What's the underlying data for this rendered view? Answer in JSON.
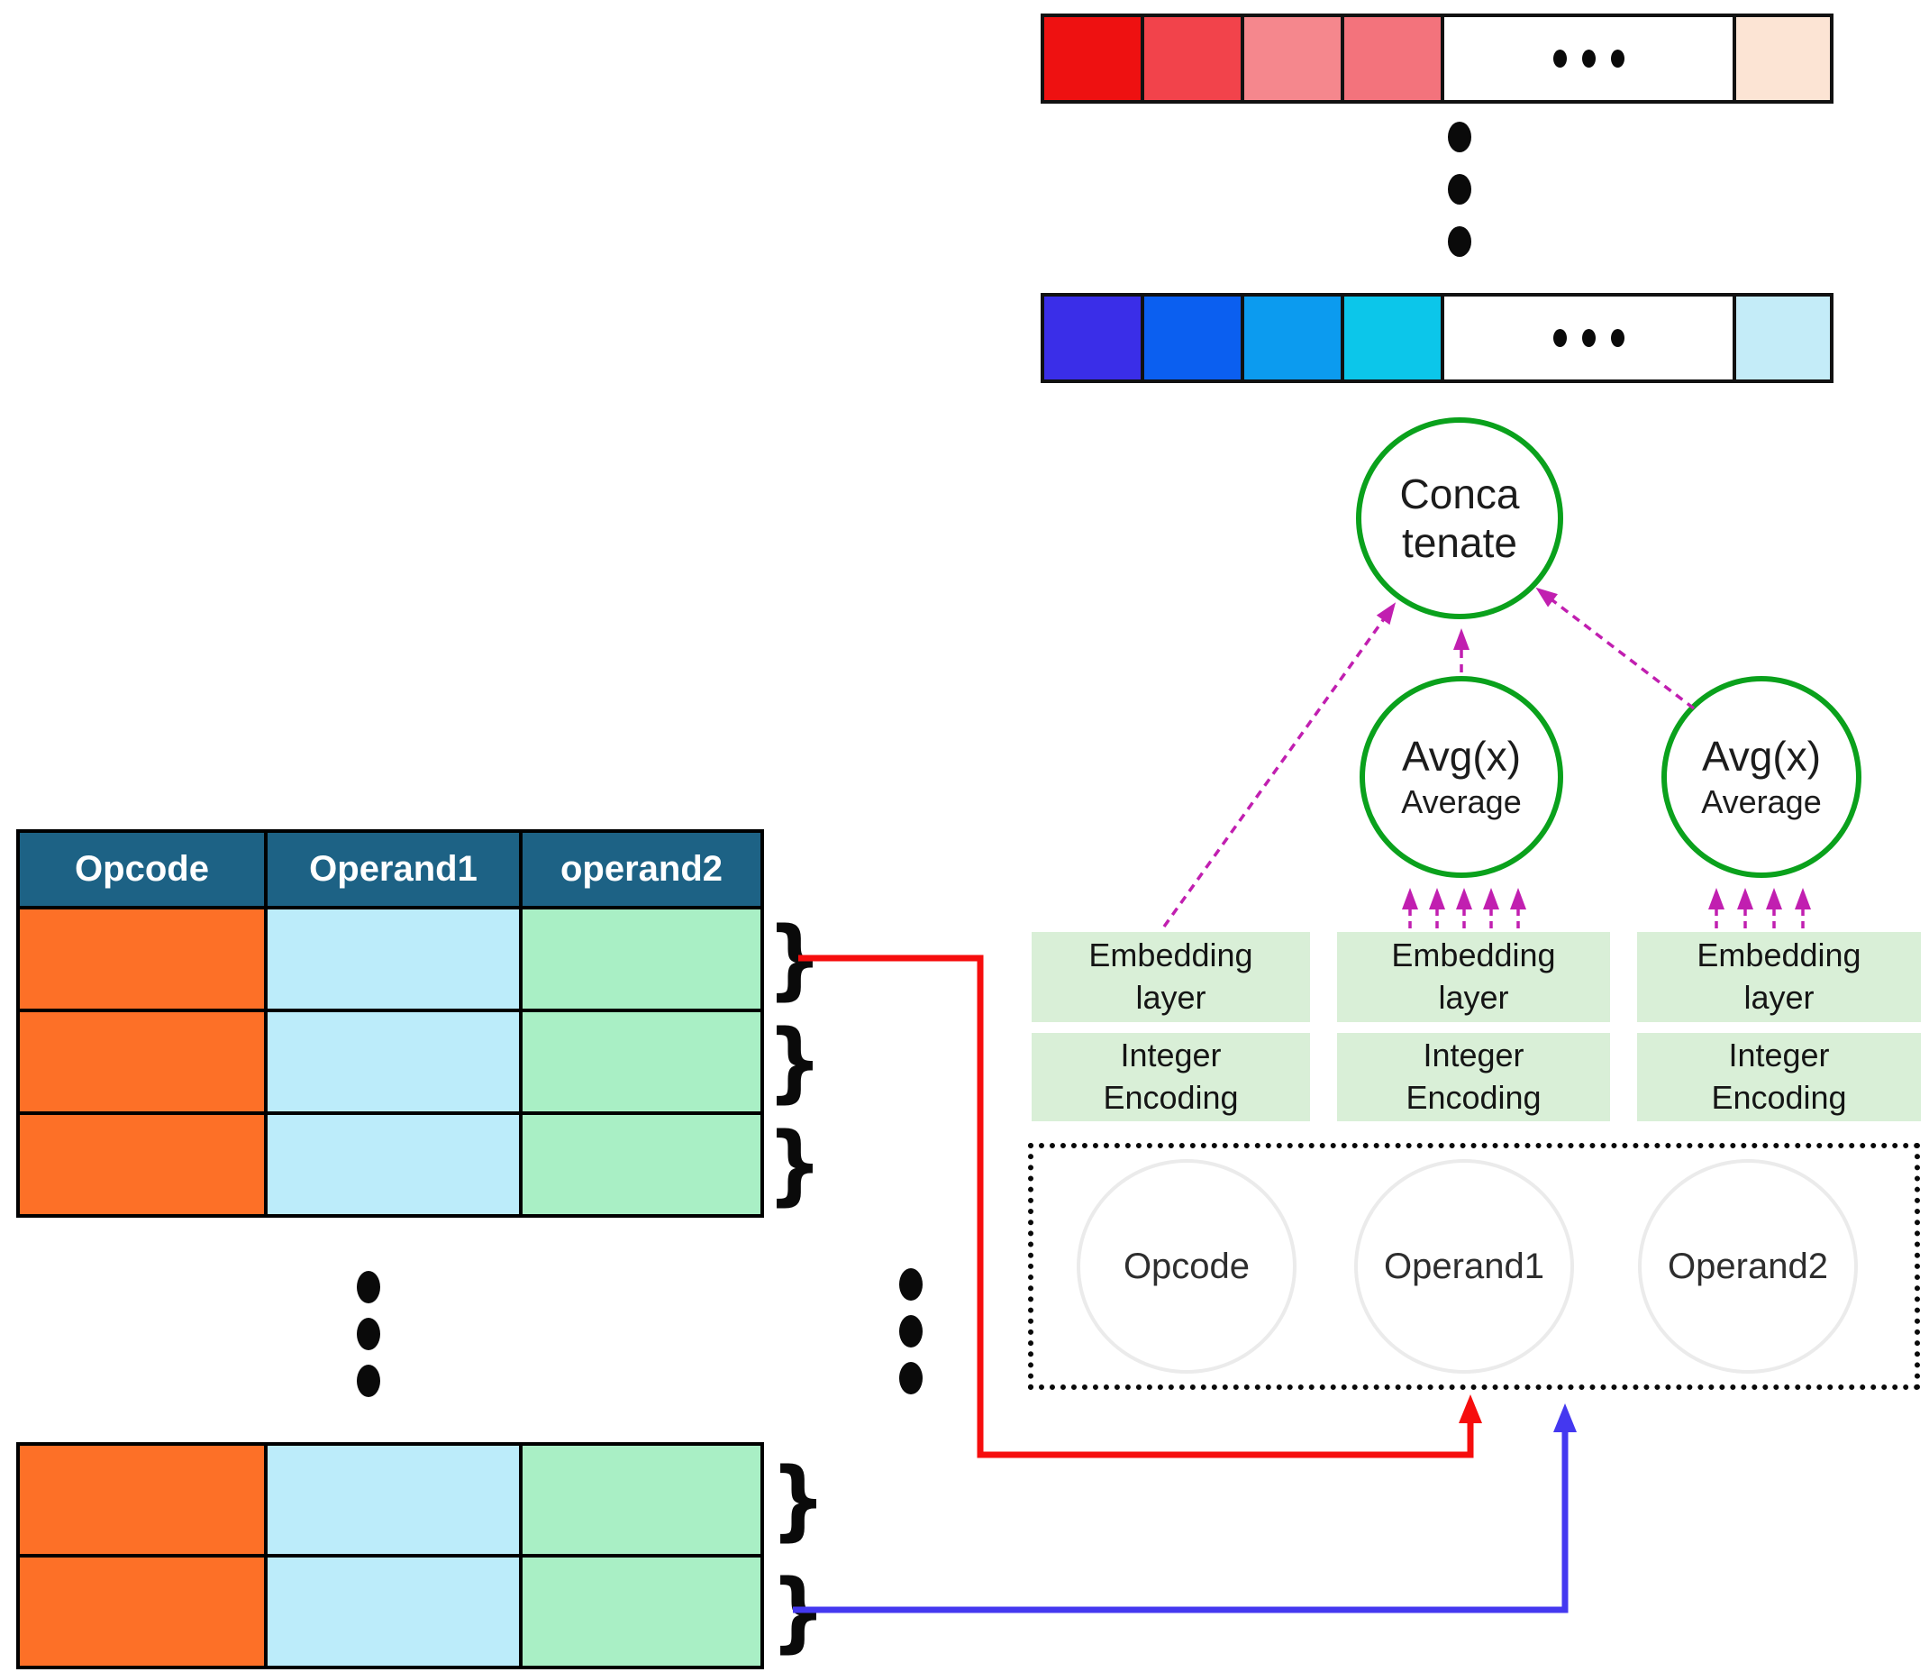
{
  "table": {
    "headers": [
      "Opcode",
      "Operand1",
      "operand2"
    ]
  },
  "flow": {
    "concatenate": {
      "line1": "Conca",
      "line2": "tenate"
    },
    "average_node": {
      "formula": "Avg(x)",
      "label": "Average"
    },
    "embedding": {
      "line1": "Embedding",
      "line2": "layer"
    },
    "encoding": {
      "line1": "Integer",
      "line2": "Encoding"
    },
    "inputs": [
      "Opcode",
      "Operand1",
      "Operand2"
    ]
  },
  "glyphs": {
    "brace": "}"
  },
  "colors": {
    "header_bg": "#1d6285",
    "opcode_cell": "#fd7027",
    "operand1_cell": "#bcecfa",
    "operand2_cell": "#a9efc5",
    "process_box_bg": "#d9efd7",
    "node_stroke_green": "#0aa11c",
    "input_node_stroke": "#ebebeb",
    "magenta_arrow": "#c11fb0",
    "red_arrow": "#f60d0d",
    "blue_arrow": "#4438f0",
    "red_vector_cells": [
      "#ee1111",
      "#f2434b",
      "#f5878d",
      "#f3737c"
    ],
    "red_vector_tail": "#fce4d4",
    "blue_vector_cells": [
      "#3a2ee8",
      "#0b5ff0",
      "#0c9bef",
      "#0cc6ea"
    ],
    "blue_vector_tail": "#c4ecf8"
  }
}
